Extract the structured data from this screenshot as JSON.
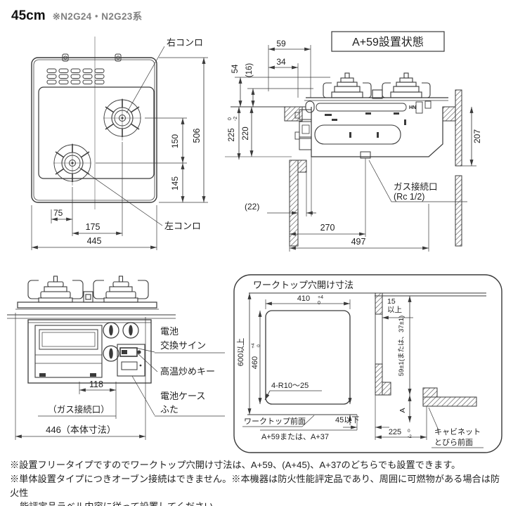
{
  "header": {
    "size": "45cm",
    "models": "※N2G24・N2G23系"
  },
  "plan": {
    "label_right_burner": "右コンロ",
    "label_left_burner": "左コンロ",
    "dims": {
      "overall_depth": "506",
      "burner_spacing_v": "150",
      "front_offset": "145",
      "left_offset": "75",
      "burner_pitch": "175",
      "overall_width": "445"
    }
  },
  "side": {
    "title": "A+59設置状態",
    "dims": {
      "top_59": "59",
      "top_34": "34",
      "h_54": "54",
      "h_16": "(16)",
      "depth_225": "225",
      "depth_225_tol_upper": "0",
      "depth_225_tol_lower": "-2",
      "depth_220": "220",
      "right_207": "207",
      "gap_22": "(22)",
      "gas_270": "270",
      "total_497": "497"
    },
    "gas_label_1": "ガス接続口",
    "gas_label_2": "(Rc 1/2)",
    "marking": "HN"
  },
  "front": {
    "label_battery_sign_1": "電池",
    "label_battery_sign_2": "交換サイン",
    "label_stirfry_key": "高温炒めキー",
    "label_battery_case_1": "電池ケース",
    "label_battery_case_2": "ふた",
    "dims": {
      "gas_position": "118",
      "gas_port": "（ガス接続口）",
      "body_width": "446（本体寸法）"
    }
  },
  "worktop": {
    "title": "ワークトップ穴開け寸法",
    "dims": {
      "hole_width": "410",
      "hole_width_tol_upper": "+4",
      "hole_width_tol_lower": "0",
      "depth_min": "600以上",
      "hole_depth": "460",
      "hole_depth_tol_upper": "+4",
      "hole_depth_tol_lower": "0",
      "corner_radius": "4-R10～25",
      "side_clearance_1": "15",
      "side_clearance_2": "以上",
      "setback": "59±1(または、37±1)",
      "front_max": "45以下",
      "cabinet_depth": "225",
      "cabinet_depth_tol_upper": "0",
      "cabinet_depth_tol_lower": "-2",
      "a_label": "A"
    },
    "label_worktop_front": "ワークトップ前面",
    "label_front_formula": "A+59または、A+37",
    "label_cabinet_1": "キャビネット",
    "label_cabinet_2": "とびら前面"
  },
  "notes": {
    "line1": "※設置フリータイプですのでワークトップ穴開け寸法は、A+59、(A+45)、A+37のどちらでも設置できます。",
    "line2": "※単体設置タイプにつきオーブン接続はできません。※本機器は防火性能評定品であり、周囲に可燃物がある場合は防火性",
    "line3": "能評定品ラベル内容に従って設置してください。"
  },
  "colors": {
    "line": "#3a3a3a",
    "text": "#1e1e1e",
    "subtitle_gray": "#808080",
    "background": "#ffffff"
  }
}
